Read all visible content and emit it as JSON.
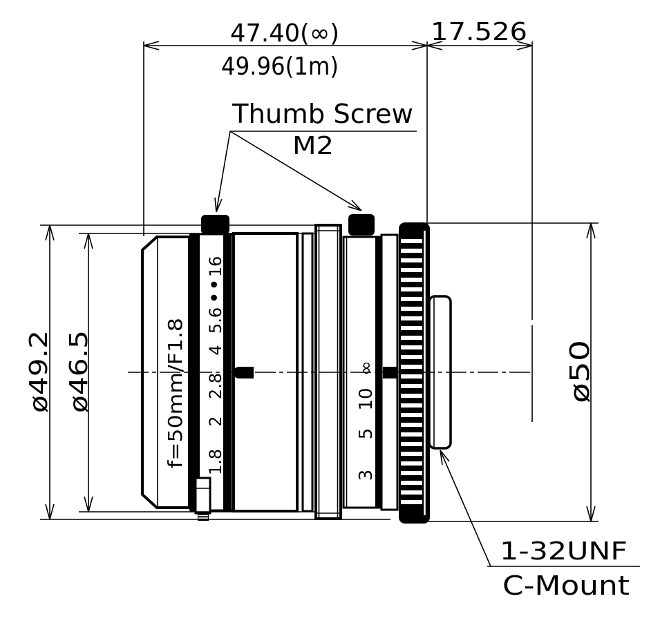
{
  "drawing": {
    "type": "lens mechanical dimension drawing",
    "line_color": "#000000",
    "background": "#ffffff"
  },
  "dimensions": {
    "top_length_inf": "47.40(∞)",
    "top_length_1m": "49.96(1m)",
    "flange_back": "17.526",
    "dia_front": "ø49.2",
    "dia_barrel": "ø46.5",
    "dia_mount_ring": "ø50"
  },
  "labels": {
    "thumb_screw": "Thumb Screw",
    "thumb_screw_size": "M2",
    "mount_thread": "1-32UNF",
    "mount_type": "C-Mount",
    "lens_spec": "f=50mm/F1.8"
  },
  "scales": {
    "aperture": [
      "16",
      "•",
      "•",
      "5.6",
      "4",
      "2.8",
      "2",
      "1.8"
    ],
    "focus": [
      "∞",
      "10",
      "5",
      "3"
    ]
  }
}
